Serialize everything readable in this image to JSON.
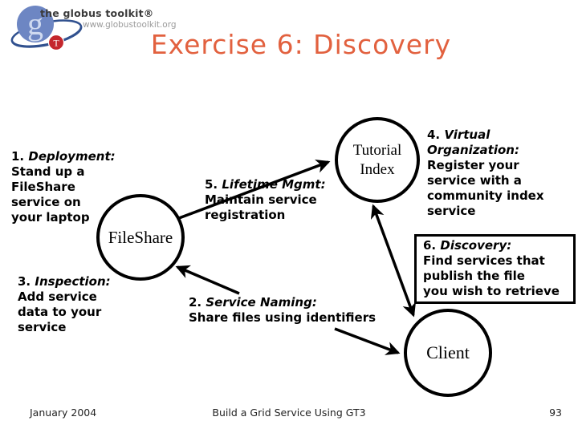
{
  "slide": {
    "logo": {
      "brand": "the globus toolkit®",
      "url": "www.globustoolkit.org",
      "g": "g",
      "t": "T",
      "colors": {
        "globe": "#6d86c3",
        "orbit": "#31518f",
        "ball": "#c4262c"
      }
    },
    "title": "Exercise 6: Discovery",
    "title_color": "#e2613f",
    "footer": {
      "date": "January 2004",
      "center": "Build a Grid Service Using GT3",
      "page": "93"
    }
  },
  "diagram": {
    "nodes": {
      "fileshare": "FileShare",
      "index": "Tutorial\nIndex",
      "client": "Client"
    },
    "annotations": {
      "deployment": {
        "num": "1.",
        "term": "Deployment:",
        "body": "Stand up a\nFileShare\nservice on\nyour laptop"
      },
      "naming": {
        "num": "2.",
        "term": "Service Naming:",
        "body": "Share files using identifiers"
      },
      "inspection": {
        "num": "3.",
        "term": "Inspection:",
        "body": "Add service\ndata to your\nservice"
      },
      "vo": {
        "num": "4.",
        "term": "Virtual Organization:",
        "body": "Register your\nservice with a\ncommunity index\nservice"
      },
      "lifetime": {
        "num": "5.",
        "term": "Lifetime Mgmt:",
        "body": "Maintain service\nregistration"
      },
      "discovery": {
        "num": "6.",
        "term": "Discovery:",
        "body": "Find services that\npublish the file\nyou wish to retrieve"
      }
    }
  }
}
